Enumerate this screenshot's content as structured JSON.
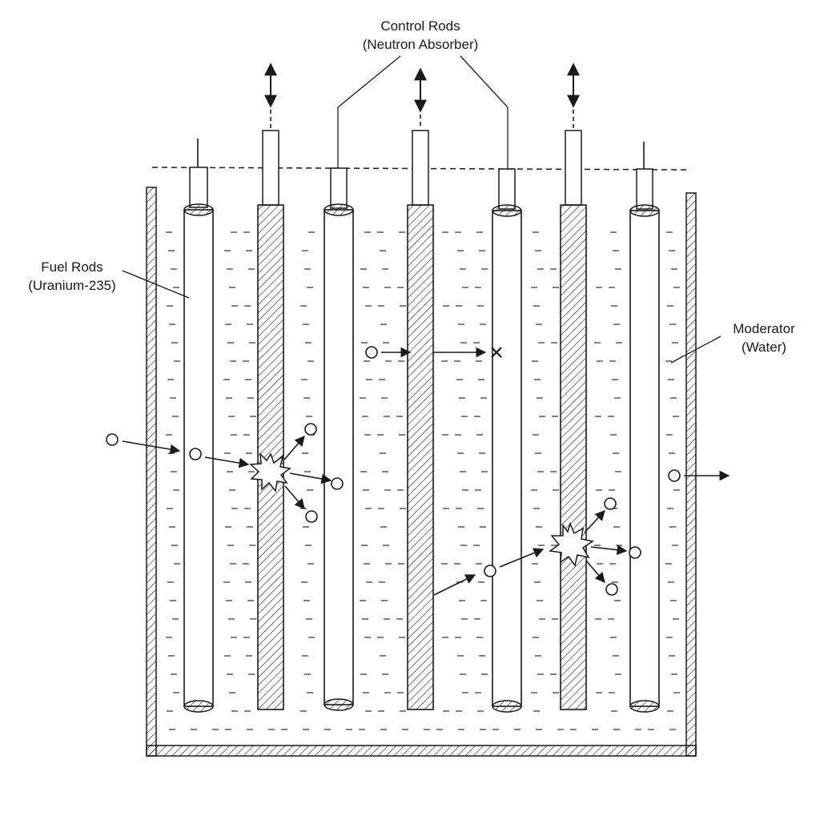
{
  "labels": {
    "control_rods": {
      "title": "Control Rods",
      "sub": "(Neutron Absorber)"
    },
    "fuel_rods": {
      "title": "Fuel Rods",
      "sub": "(Uranium-235)"
    },
    "moderator": {
      "title": "Moderator",
      "sub": "(Water)"
    }
  },
  "rods": [
    {
      "kind": "fuel",
      "retractable": false
    },
    {
      "kind": "control",
      "retractable": true
    },
    {
      "kind": "fuel",
      "retractable": false
    },
    {
      "kind": "control",
      "retractable": true
    },
    {
      "kind": "fuel",
      "retractable": false
    },
    {
      "kind": "control",
      "retractable": true
    },
    {
      "kind": "fuel",
      "retractable": false
    }
  ],
  "events": {
    "fission_count": 2,
    "absorbed_count": 1,
    "escaped_count": 1
  },
  "colors": {
    "ink": "#1a1a1a",
    "background": "#ffffff"
  }
}
